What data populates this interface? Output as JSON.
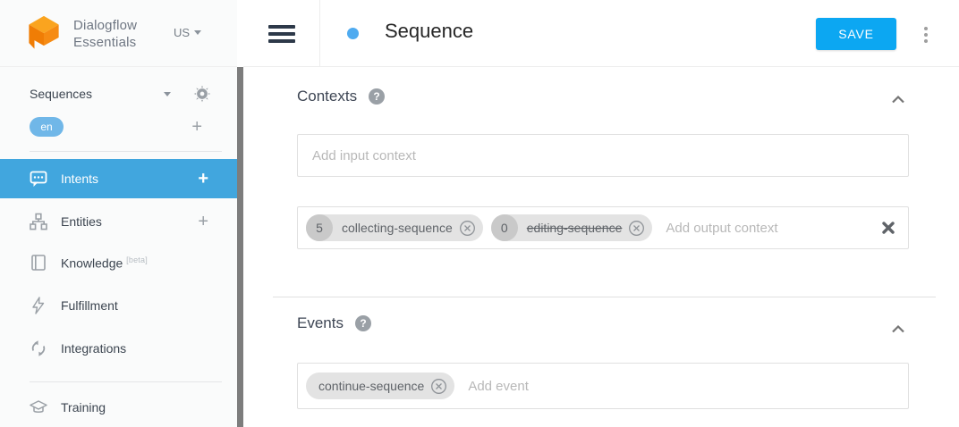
{
  "colors": {
    "accent_blue": "#0ca7f2",
    "active_item_blue": "#41a6de",
    "language_badge_blue": "#70b7e8",
    "title_dot_blue": "#4fabf0",
    "brand_orange": "#f6891f"
  },
  "topbar": {
    "brand_line1": "Dialogflow",
    "brand_line2": "Essentials",
    "region": "US",
    "page_title": "Sequence",
    "save_label": "SAVE"
  },
  "sidebar": {
    "agent_name": "Sequences",
    "language": "en",
    "add_symbol": "+",
    "items": [
      {
        "label": "Intents"
      },
      {
        "label": "Entities"
      },
      {
        "label": "Knowledge",
        "suffix": "[beta]"
      },
      {
        "label": "Fulfillment"
      },
      {
        "label": "Integrations"
      },
      {
        "label": "Training"
      }
    ]
  },
  "contexts": {
    "heading": "Contexts",
    "help_glyph": "?",
    "input_placeholder": "Add input context",
    "output_placeholder": "Add output context",
    "output_chips": [
      {
        "lifespan": "5",
        "name": "collecting-sequence"
      },
      {
        "lifespan": "0",
        "name": "editing-sequence"
      }
    ]
  },
  "events": {
    "heading": "Events",
    "help_glyph": "?",
    "placeholder": "Add event",
    "chips": [
      {
        "name": "continue-sequence"
      }
    ]
  }
}
